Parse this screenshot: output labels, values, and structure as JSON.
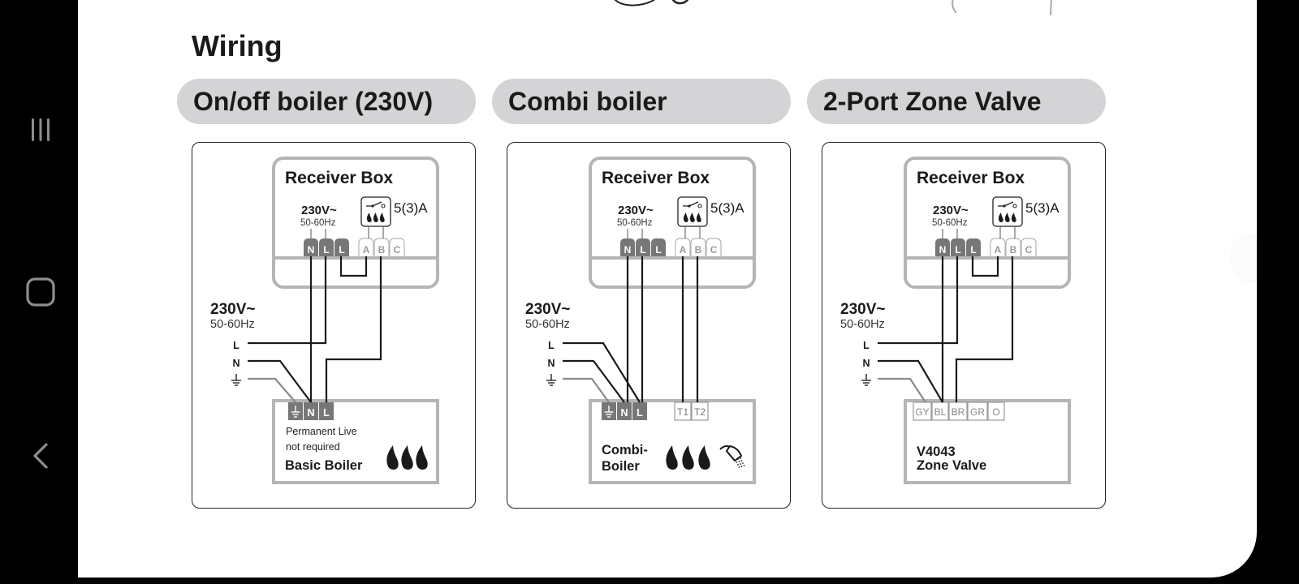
{
  "navbar": {
    "recents_icon": "recent-apps-icon",
    "home_icon": "home-icon",
    "back_icon": "back-icon"
  },
  "page": {
    "title": "Wiring",
    "sections": [
      {
        "heading": "On/off boiler (230V)",
        "receiver": {
          "title": "Receiver Box",
          "voltage": "230V~",
          "frequency": "50-60Hz",
          "rating": "5(3)A",
          "power_terminals": [
            "N",
            "L",
            "L"
          ],
          "relay_terminals": [
            "A",
            "B",
            "C"
          ]
        },
        "supply": {
          "voltage": "230V~",
          "frequency": "50-60Hz",
          "lines": [
            "L",
            "N",
            "⏚"
          ]
        },
        "device": {
          "terminals": [
            "⏚",
            "N",
            "L"
          ],
          "note_line1": "Permanent Live",
          "note_line2": "not required",
          "name_line1": "Basic Boiler",
          "name_line2": ""
        }
      },
      {
        "heading": "Combi boiler",
        "receiver": {
          "title": "Receiver Box",
          "voltage": "230V~",
          "frequency": "50-60Hz",
          "rating": "5(3)A",
          "power_terminals": [
            "N",
            "L",
            "L"
          ],
          "relay_terminals": [
            "A",
            "B",
            "C"
          ]
        },
        "supply": {
          "voltage": "230V~",
          "frequency": "50-60Hz",
          "lines": [
            "L",
            "N",
            "⏚"
          ]
        },
        "device": {
          "terminals": [
            "⏚",
            "N",
            "L"
          ],
          "extra_terminals": [
            "T1",
            "T2"
          ],
          "name_line1": "Combi-",
          "name_line2": "Boiler"
        }
      },
      {
        "heading": "2-Port Zone Valve",
        "receiver": {
          "title": "Receiver Box",
          "voltage": "230V~",
          "frequency": "50-60Hz",
          "rating": "5(3)A",
          "power_terminals": [
            "N",
            "L",
            "L"
          ],
          "relay_terminals": [
            "A",
            "B",
            "C"
          ]
        },
        "supply": {
          "voltage": "230V~",
          "frequency": "50-60Hz",
          "lines": [
            "L",
            "N",
            "⏚"
          ]
        },
        "device": {
          "terminals": [
            "GY",
            "BL",
            "BR",
            "GR",
            "O"
          ],
          "name_line1": "V4043",
          "name_line2": "Zone Valve"
        }
      }
    ]
  }
}
